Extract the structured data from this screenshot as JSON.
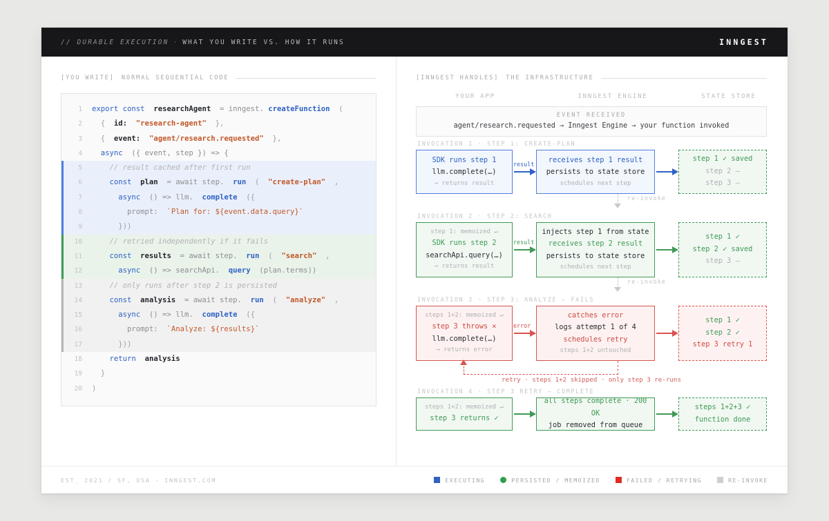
{
  "header": {
    "prefix": "// DURABLE EXECUTION",
    "separator": "·",
    "title": "WHAT YOU WRITE VS. HOW IT RUNS",
    "brand": "INNGEST"
  },
  "left": {
    "section_tag": "[YOU WRITE]",
    "section_title": "NORMAL SEQUENTIAL CODE",
    "code_lines": [
      {
        "num": "1",
        "hl": "",
        "tokens": [
          {
            "t": "export",
            "c": "t-kw"
          },
          {
            "t": " ",
            "c": "t-pln"
          },
          {
            "t": "const",
            "c": "t-kw"
          },
          {
            "t": "  ",
            "c": "t-pln"
          },
          {
            "t": "researchAgent",
            "c": "t-var"
          },
          {
            "t": "  = ",
            "c": "t-pln"
          },
          {
            "t": "inngest.",
            "c": "t-pln"
          },
          {
            "t": " ",
            "c": "t-pln"
          },
          {
            "t": "createFunction",
            "c": "t-fn"
          },
          {
            "t": "  (",
            "c": "t-pun"
          }
        ]
      },
      {
        "num": "2",
        "hl": "",
        "tokens": [
          {
            "t": "  {  ",
            "c": "t-pun"
          },
          {
            "t": "id:",
            "c": "t-var"
          },
          {
            "t": "  ",
            "c": "t-pln"
          },
          {
            "t": "\"research-agent\"",
            "c": "t-str"
          },
          {
            "t": "  },",
            "c": "t-pun"
          }
        ]
      },
      {
        "num": "3",
        "hl": "",
        "tokens": [
          {
            "t": "  {  ",
            "c": "t-pun"
          },
          {
            "t": "event:",
            "c": "t-var"
          },
          {
            "t": "  ",
            "c": "t-pln"
          },
          {
            "t": "\"agent/research.requested\"",
            "c": "t-str"
          },
          {
            "t": "  },",
            "c": "t-pun"
          }
        ]
      },
      {
        "num": "4",
        "hl": "",
        "tokens": [
          {
            "t": "  ",
            "c": "t-pln"
          },
          {
            "t": "async",
            "c": "t-kw"
          },
          {
            "t": "  ({ event, step }) => {",
            "c": "t-pln"
          }
        ]
      },
      {
        "num": "5",
        "hl": "hl-blue",
        "tokens": [
          {
            "t": "    // result cached after first run",
            "c": "t-com"
          }
        ]
      },
      {
        "num": "6",
        "hl": "hl-blue",
        "tokens": [
          {
            "t": "    ",
            "c": "t-pln"
          },
          {
            "t": "const",
            "c": "t-kw"
          },
          {
            "t": "  ",
            "c": "t-pln"
          },
          {
            "t": "plan",
            "c": "t-var"
          },
          {
            "t": "  = ",
            "c": "t-pln"
          },
          {
            "t": "await",
            "c": "t-pln"
          },
          {
            "t": " step.",
            "c": "t-pln"
          },
          {
            "t": "  ",
            "c": "t-pln"
          },
          {
            "t": "run",
            "c": "t-fn"
          },
          {
            "t": "  (  ",
            "c": "t-pun"
          },
          {
            "t": "\"create-plan\"",
            "c": "t-str"
          },
          {
            "t": "  ,",
            "c": "t-pun"
          }
        ]
      },
      {
        "num": "7",
        "hl": "hl-blue",
        "tokens": [
          {
            "t": "      ",
            "c": "t-pln"
          },
          {
            "t": "async",
            "c": "t-kw"
          },
          {
            "t": "  () => ",
            "c": "t-pln"
          },
          {
            "t": "llm.",
            "c": "t-pln"
          },
          {
            "t": "  ",
            "c": "t-pln"
          },
          {
            "t": "complete",
            "c": "t-fn"
          },
          {
            "t": "  ({",
            "c": "t-pun"
          }
        ]
      },
      {
        "num": "8",
        "hl": "hl-blue",
        "tokens": [
          {
            "t": "        prompt:",
            "c": "t-pln"
          },
          {
            "t": "  ",
            "c": "t-pln"
          },
          {
            "t": "`Plan for: ${event.data.query}`",
            "c": "t-tpl"
          }
        ]
      },
      {
        "num": "9",
        "hl": "hl-blue",
        "tokens": [
          {
            "t": "      }))",
            "c": "t-pun"
          }
        ]
      },
      {
        "num": "10",
        "hl": "hl-green",
        "tokens": [
          {
            "t": "    // retried independently if it fails",
            "c": "t-com"
          }
        ]
      },
      {
        "num": "11",
        "hl": "hl-green",
        "tokens": [
          {
            "t": "    ",
            "c": "t-pln"
          },
          {
            "t": "const",
            "c": "t-kw"
          },
          {
            "t": "  ",
            "c": "t-pln"
          },
          {
            "t": "results",
            "c": "t-var"
          },
          {
            "t": "  = ",
            "c": "t-pln"
          },
          {
            "t": "await",
            "c": "t-pln"
          },
          {
            "t": " step.",
            "c": "t-pln"
          },
          {
            "t": "  ",
            "c": "t-pln"
          },
          {
            "t": "run",
            "c": "t-fn"
          },
          {
            "t": "  (  ",
            "c": "t-pun"
          },
          {
            "t": "\"search\"",
            "c": "t-str"
          },
          {
            "t": "  ,",
            "c": "t-pun"
          }
        ]
      },
      {
        "num": "12",
        "hl": "hl-green",
        "tokens": [
          {
            "t": "      ",
            "c": "t-pln"
          },
          {
            "t": "async",
            "c": "t-kw"
          },
          {
            "t": "  () => ",
            "c": "t-pln"
          },
          {
            "t": "searchApi.",
            "c": "t-pln"
          },
          {
            "t": "  ",
            "c": "t-pln"
          },
          {
            "t": "query",
            "c": "t-fn"
          },
          {
            "t": "  (plan.terms))",
            "c": "t-pln"
          }
        ]
      },
      {
        "num": "13",
        "hl": "hl-gray",
        "tokens": [
          {
            "t": "    // only runs after step 2 is persisted",
            "c": "t-com"
          }
        ]
      },
      {
        "num": "14",
        "hl": "hl-gray",
        "tokens": [
          {
            "t": "    ",
            "c": "t-pln"
          },
          {
            "t": "const",
            "c": "t-kw"
          },
          {
            "t": "  ",
            "c": "t-pln"
          },
          {
            "t": "analysis",
            "c": "t-var"
          },
          {
            "t": "  = ",
            "c": "t-pln"
          },
          {
            "t": "await",
            "c": "t-pln"
          },
          {
            "t": " step.",
            "c": "t-pln"
          },
          {
            "t": "  ",
            "c": "t-pln"
          },
          {
            "t": "run",
            "c": "t-fn"
          },
          {
            "t": "  (  ",
            "c": "t-pun"
          },
          {
            "t": "\"analyze\"",
            "c": "t-str"
          },
          {
            "t": "  ,",
            "c": "t-pun"
          }
        ]
      },
      {
        "num": "15",
        "hl": "hl-gray",
        "tokens": [
          {
            "t": "      ",
            "c": "t-pln"
          },
          {
            "t": "async",
            "c": "t-kw"
          },
          {
            "t": "  () => ",
            "c": "t-pln"
          },
          {
            "t": "llm.",
            "c": "t-pln"
          },
          {
            "t": "  ",
            "c": "t-pln"
          },
          {
            "t": "complete",
            "c": "t-fn"
          },
          {
            "t": "  ({",
            "c": "t-pun"
          }
        ]
      },
      {
        "num": "16",
        "hl": "hl-gray",
        "tokens": [
          {
            "t": "        prompt:",
            "c": "t-pln"
          },
          {
            "t": "  ",
            "c": "t-pln"
          },
          {
            "t": "`Analyze: ${results}`",
            "c": "t-tpl"
          }
        ]
      },
      {
        "num": "17",
        "hl": "hl-gray",
        "tokens": [
          {
            "t": "      }))",
            "c": "t-pun"
          }
        ]
      },
      {
        "num": "18",
        "hl": "",
        "tokens": [
          {
            "t": "    ",
            "c": "t-pln"
          },
          {
            "t": "return",
            "c": "t-kw"
          },
          {
            "t": "  ",
            "c": "t-pln"
          },
          {
            "t": "analysis",
            "c": "t-var"
          }
        ]
      },
      {
        "num": "19",
        "hl": "",
        "tokens": [
          {
            "t": "  }",
            "c": "t-pun"
          }
        ]
      },
      {
        "num": "20",
        "hl": "",
        "tokens": [
          {
            "t": ")",
            "c": "t-pun"
          }
        ]
      }
    ]
  },
  "right": {
    "section_tag": "[INNGEST HANDLES]",
    "section_title": "THE INFRASTRUCTURE",
    "lanes": [
      "YOUR APP",
      "INNGEST ENGINE",
      "STATE STORE"
    ],
    "event": {
      "title": "EVENT RECEIVED",
      "subtitle": "agent/research.requested → Inngest Engine → your function invoked"
    },
    "invocations": [
      {
        "label": "INVOCATION 1 · STEP 1: CREATE-PLAN",
        "app": {
          "l1": "SDK runs step 1",
          "l1c": "c-blue",
          "l2": "llm.complete(…)",
          "l2c": "c-dark",
          "l3": "→ returns result"
        },
        "engine": {
          "l1": "receives step 1 result",
          "l1c": "c-blue",
          "l2": "persists to state store",
          "l2c": "c-dark",
          "l3": "schedules next step"
        },
        "state": {
          "rows": [
            {
              "t": "step 1 ✓ saved",
              "c": "c-green"
            },
            {
              "t": "step 2 —",
              "c": "c-mute"
            },
            {
              "t": "step 3 —",
              "c": "c-mute"
            }
          ]
        },
        "arrow_label": "result",
        "reinvoke": "re-invoke"
      },
      {
        "label": "INVOCATION 2 · STEP 2: SEARCH",
        "app": {
          "l0": "step 1: memoized ↵",
          "l1": "SDK runs step 2",
          "l1c": "c-green",
          "l2": "searchApi.query(…)",
          "l2c": "c-dark",
          "l3": "→ returns result"
        },
        "engine": {
          "l0": "injects step 1 from state",
          "l0c": "c-dark",
          "l1": "receives step 2 result",
          "l1c": "c-green",
          "l2": "persists to state store",
          "l2c": "c-dark",
          "l3": "schedules next step"
        },
        "state": {
          "rows": [
            {
              "t": "step 1 ✓",
              "c": "c-green"
            },
            {
              "t": "step 2 ✓ saved",
              "c": "c-green"
            },
            {
              "t": "step 3 —",
              "c": "c-mute"
            }
          ]
        },
        "arrow_label": "result",
        "reinvoke": "re-invoke"
      },
      {
        "label": "INVOCATION 3 · STEP 3: ANALYZE — FAILS",
        "app": {
          "l0": "steps 1+2: memoized ↵",
          "l1": "step 3 throws ×",
          "l1c": "c-red",
          "l2": "llm.complete(…)",
          "l2c": "c-dark",
          "l3": "→ returns error"
        },
        "engine": {
          "l1": "catches error",
          "l1c": "c-red",
          "l2": "logs attempt 1 of 4",
          "l2c": "c-dark",
          "l2b": "schedules retry",
          "l3": "steps 1+2 untouched"
        },
        "state": {
          "rows": [
            {
              "t": "step 1 ✓",
              "c": "c-green"
            },
            {
              "t": "step 2 ✓",
              "c": "c-green"
            },
            {
              "t": "step 3 retry 1",
              "c": "c-red"
            }
          ]
        },
        "arrow_label": "error",
        "retry_caption": "retry · steps 1+2 skipped · only step 3 re-runs"
      },
      {
        "label": "INVOCATION 4 · STEP 3 RETRY — COMPLETE",
        "app": {
          "l0": "steps 1+2: memoized ↵",
          "l1": "step 3 returns ✓",
          "l1c": "c-green"
        },
        "engine": {
          "l1": "all steps complete · 200 OK",
          "l1c": "c-green",
          "l2": "job removed from queue",
          "l2c": "c-dark"
        },
        "state": {
          "rows": [
            {
              "t": "steps 1+2+3 ✓",
              "c": "c-green"
            },
            {
              "t": "function done",
              "c": "c-green"
            }
          ]
        }
      }
    ]
  },
  "footer": {
    "meta": "EST_ 2021 / SF, USA  ·  INNGEST.COM",
    "legend": [
      {
        "label": "EXECUTING",
        "color": "#2f62c4",
        "shape": "square"
      },
      {
        "label": "PERSISTED / MEMOIZED",
        "color": "#2f9e4a",
        "shape": "circle"
      },
      {
        "label": "FAILED / RETRYING",
        "color": "#e02b20",
        "shape": "square"
      },
      {
        "label": "RE-INVOKE",
        "color": "#cfcfd3",
        "shape": "square"
      }
    ]
  }
}
